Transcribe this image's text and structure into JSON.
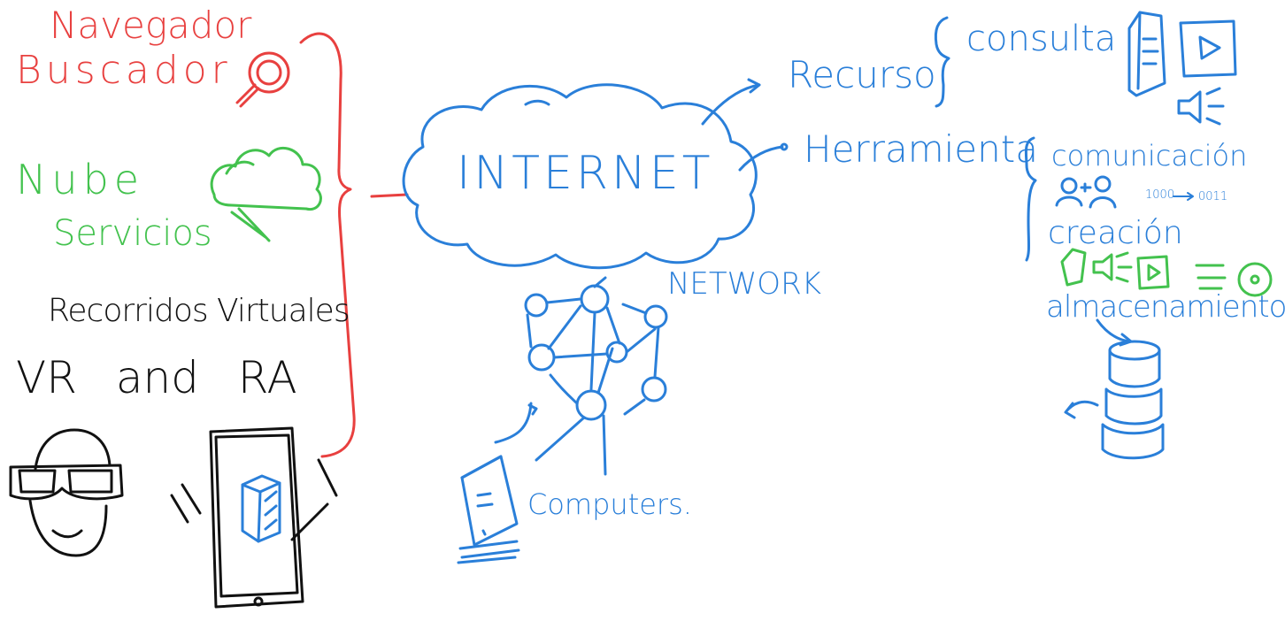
{
  "left_group": {
    "navegador": "Navegador",
    "buscador": "Buscador",
    "nube": "Nube",
    "servicios": "Servicios",
    "recorridos": "Recorridos Virtuales",
    "vr_ra": "VR and RA"
  },
  "center": {
    "internet": "INTERNET",
    "network": "NETWORK",
    "computers": "Computers."
  },
  "right_group": {
    "recurso": "Recurso",
    "consulta": "consulta",
    "herramienta": "Herramienta",
    "comunicacion": "comunicación",
    "binary_from": "1000",
    "binary_to": "0011",
    "creacion": "creación",
    "almacenamiento": "almacenamiento"
  },
  "colors": {
    "red": "#e8403f",
    "green": "#43c24e",
    "blue": "#2a7fd9",
    "black": "#111111"
  }
}
